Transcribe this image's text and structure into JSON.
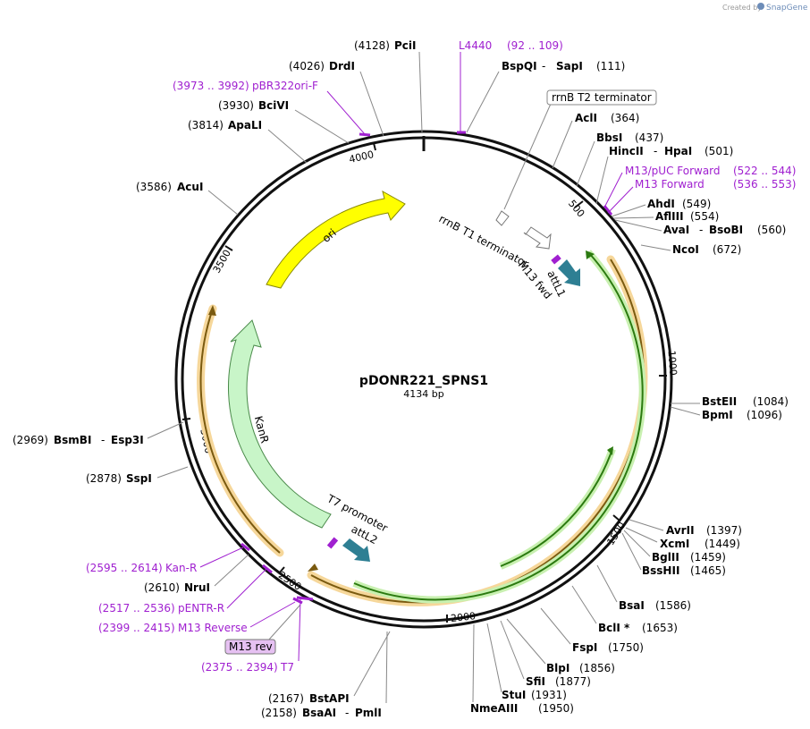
{
  "credit": {
    "prefix": "Created by",
    "brand": "SnapGene"
  },
  "plasmid": {
    "name": "pDONR221_SPNS1",
    "size_label": "4134 bp"
  },
  "ticks": [
    "500",
    "1000",
    "1500",
    "2000",
    "2500",
    "3000",
    "3500",
    "4000"
  ],
  "features": {
    "ori": "ori",
    "kanr": "KanR",
    "rrnb_t1": "rrnB T1 terminator",
    "rrnb_t2": "rrnB T2 terminator",
    "attl1": "attL1",
    "m13fwd": "M13 fwd",
    "t7prom": "T7 promoter",
    "attl2": "attL2",
    "m13rev": "M13 rev"
  },
  "primers": {
    "l4440": {
      "name": "L4440",
      "range": "(92 .. 109)"
    },
    "m13puc": {
      "name": "M13/pUC Forward",
      "range": "(522 .. 544)"
    },
    "m13f": {
      "name": "M13 Forward",
      "range": "(536 .. 553)"
    },
    "pbr322": {
      "range": "(3973 .. 3992)",
      "name": "pBR322ori-F"
    },
    "kanr": {
      "range": "(2595 .. 2614)",
      "name": "Kan-R"
    },
    "pentr": {
      "range": "(2517 .. 2536)",
      "name": "pENTR-R"
    },
    "m13r": {
      "range": "(2399 .. 2415)",
      "name": "M13 Reverse"
    },
    "t7": {
      "range": "(2375 .. 2394)",
      "name": "T7"
    }
  },
  "sites": {
    "pcii": {
      "pos": "(4128)",
      "name": "PciI"
    },
    "drdi": {
      "pos": "(4026)",
      "name": "DrdI"
    },
    "bcivi": {
      "pos": "(3930)",
      "name": "BciVI"
    },
    "apali": {
      "pos": "(3814)",
      "name": "ApaLI"
    },
    "acui": {
      "pos": "(3586)",
      "name": "AcuI"
    },
    "bsmbi": {
      "pos": "(2969)",
      "name": "BsmBI",
      "name2": "Esp3I"
    },
    "sspi": {
      "pos": "(2878)",
      "name": "SspI"
    },
    "drui": {
      "pos": "(2610)",
      "name": "NruI"
    },
    "bstapi": {
      "pos": "(2167)",
      "name": "BstAPI"
    },
    "bsaai": {
      "pos": "(2158)",
      "name": "BsaAI",
      "name2": "PmlI"
    },
    "bspqi": {
      "name": "BspQI",
      "name2": "SapI",
      "pos": "(111)"
    },
    "acli": {
      "name": "AclI",
      "pos": "(364)"
    },
    "bbsi": {
      "name": "BbsI",
      "pos": "(437)"
    },
    "hincii": {
      "name": "HincII",
      "name2": "HpaI",
      "pos": "(501)"
    },
    "ahdi": {
      "name": "AhdI",
      "pos": "(549)"
    },
    "afliii": {
      "name": "AflIII",
      "pos": "(554)"
    },
    "avai": {
      "name": "AvaI",
      "name2": "BsoBI",
      "pos": "(560)"
    },
    "ncoi": {
      "name": "NcoI",
      "pos": "(672)"
    },
    "bsteii": {
      "name": "BstEII",
      "pos": "(1084)"
    },
    "bpmi": {
      "name": "BpmI",
      "pos": "(1096)"
    },
    "avrii": {
      "name": "AvrII",
      "pos": "(1397)"
    },
    "xcmi": {
      "name": "XcmI",
      "pos": "(1449)"
    },
    "bglii": {
      "name": "BglII",
      "pos": "(1459)"
    },
    "bsshii": {
      "name": "BssHII",
      "pos": "(1465)"
    },
    "bsai": {
      "name": "BsaI",
      "pos": "(1586)"
    },
    "bcli": {
      "name": "BclI *",
      "pos": "(1653)"
    },
    "fspi": {
      "name": "FspI",
      "pos": "(1750)"
    },
    "blpi": {
      "name": "BlpI",
      "pos": "(1856)"
    },
    "sfii": {
      "name": "SfiI",
      "pos": "(1877)"
    },
    "stui": {
      "name": "StuI",
      "pos": "(1931)"
    },
    "nmeaiii": {
      "name": "NmeAIII",
      "pos": "(1950)"
    }
  },
  "colors": {
    "ori": "#ffff00",
    "kanr": "#c8f5c8",
    "orf": "#f0b030",
    "green_orf": "#66cc33",
    "att": "#2e7f93",
    "primer": "#a020d0"
  }
}
